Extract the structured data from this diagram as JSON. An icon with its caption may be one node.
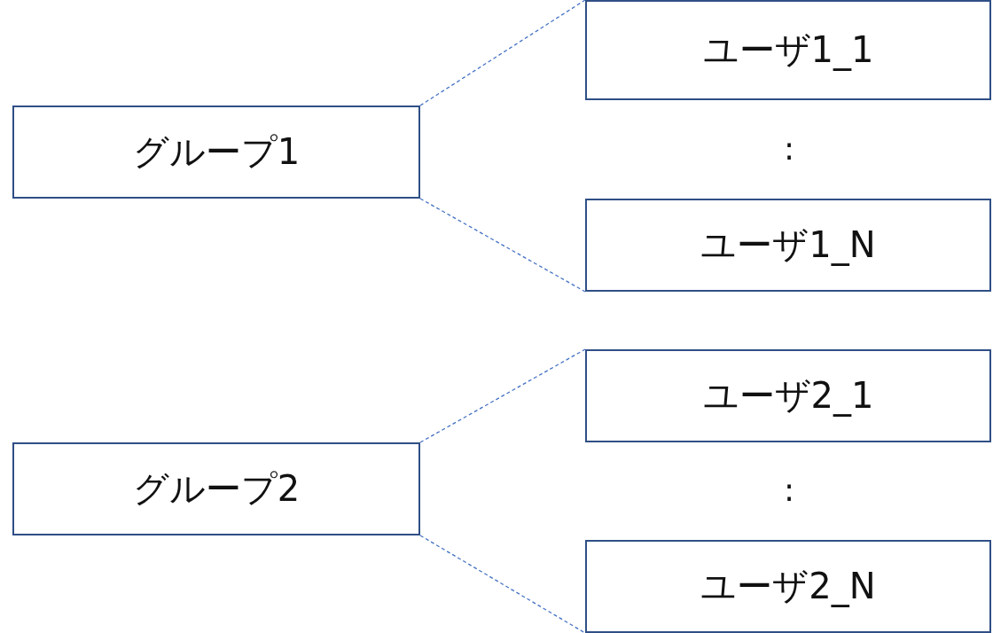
{
  "diagram": {
    "nodes": [
      {
        "text": [
          "グループ1"
        ]
      },
      {
        "text": [
          "ユーザ1_1"
        ]
      },
      {
        "text": [
          "ユーザ1_N"
        ]
      },
      {
        "text": [
          "グループ2"
        ]
      },
      {
        "text": [
          "ユーザ2_1"
        ]
      },
      {
        "text": [
          "ユーザ2_N"
        ]
      }
    ],
    "edges": [
      {
        "from": 0,
        "to": 1,
        "arrow": "none",
        "style": "dashed"
      },
      {
        "from": 0,
        "to": 2,
        "arrow": "none",
        "style": "dashed"
      },
      {
        "from": 3,
        "to": 4,
        "arrow": "none",
        "style": "dashed"
      },
      {
        "from": 3,
        "to": 5,
        "arrow": "none",
        "style": "dashed"
      }
    ],
    "labels": [
      ":",
      ":"
    ]
  }
}
